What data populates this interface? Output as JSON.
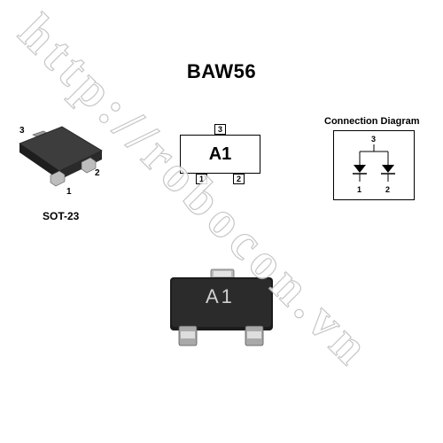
{
  "title": "BAW56",
  "package": {
    "name": "SOT-23",
    "pins": [
      "3",
      "2",
      "1"
    ]
  },
  "marking_diagram": {
    "code": "A1",
    "pin_top": "3",
    "pin_bottom_left": "1",
    "pin_bottom_right": "2"
  },
  "connection_diagram": {
    "title": "Connection Diagram",
    "pin_top": "3",
    "pin_left": "1",
    "pin_right": "2"
  },
  "chip_photo": {
    "marking": "A1"
  },
  "watermark": {
    "text": "http://robocon.vn"
  }
}
